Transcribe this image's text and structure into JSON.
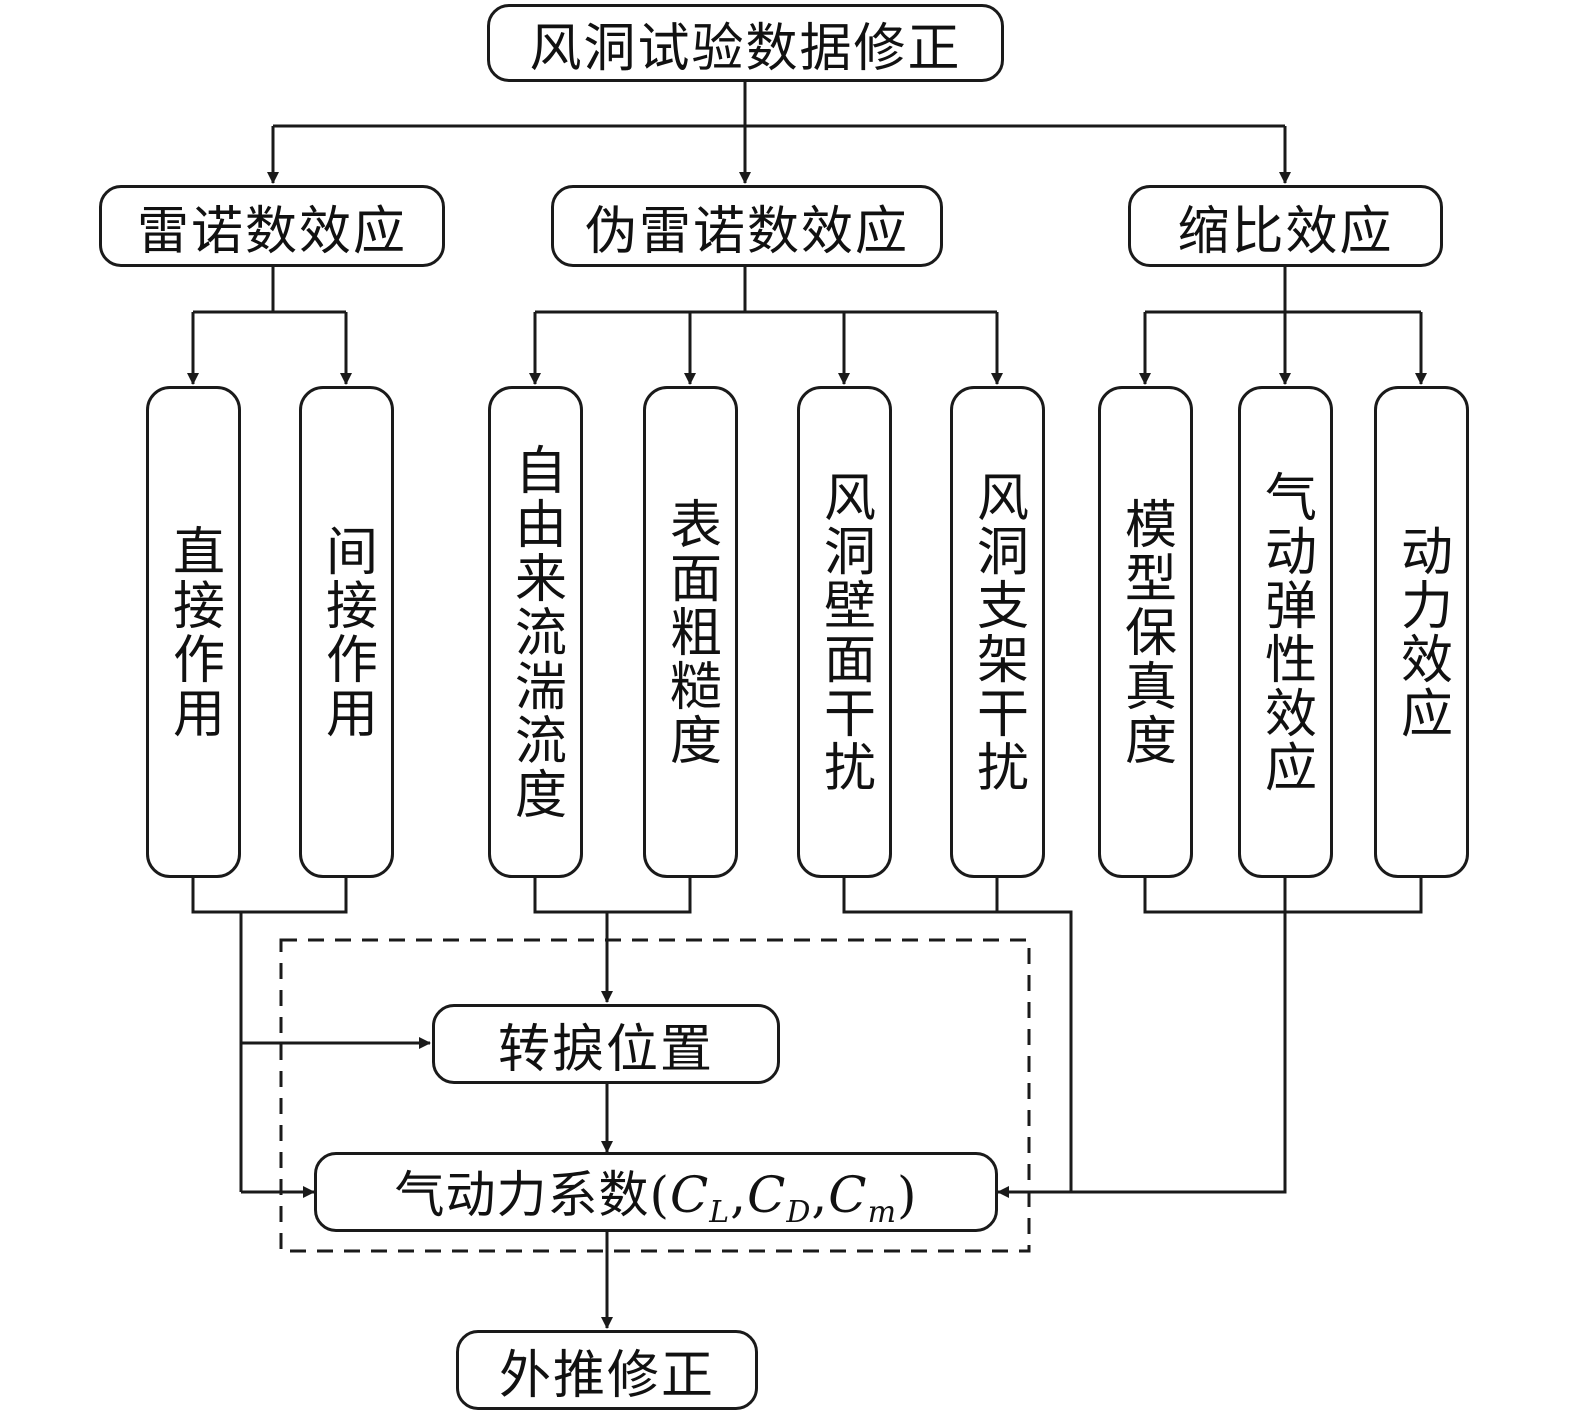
{
  "nodes": {
    "root": "风洞试验数据修正",
    "reynolds": "雷诺数效应",
    "pseudo_reynolds": "伪雷诺数效应",
    "scale": "缩比效应",
    "direct": "直接作用",
    "indirect": "间接作用",
    "turbulence": "自由来流湍流度",
    "roughness": "表面粗糙度",
    "wall_interference": "风洞壁面干扰",
    "support_interference": "风洞支架干扰",
    "fidelity": "模型保真度",
    "aeroelastic": "气动弹性效应",
    "dynamic": "动力效应",
    "transition": "转捩位置",
    "coefficients": {
      "prefix": "气动力系数(",
      "c1": "C",
      "s1": "L",
      "sep1": ",",
      "c2": "C",
      "s2": "D",
      "sep2": ",",
      "c3": "C",
      "s3": "m",
      "suffix": ")"
    },
    "extrapolation": "外推修正"
  }
}
